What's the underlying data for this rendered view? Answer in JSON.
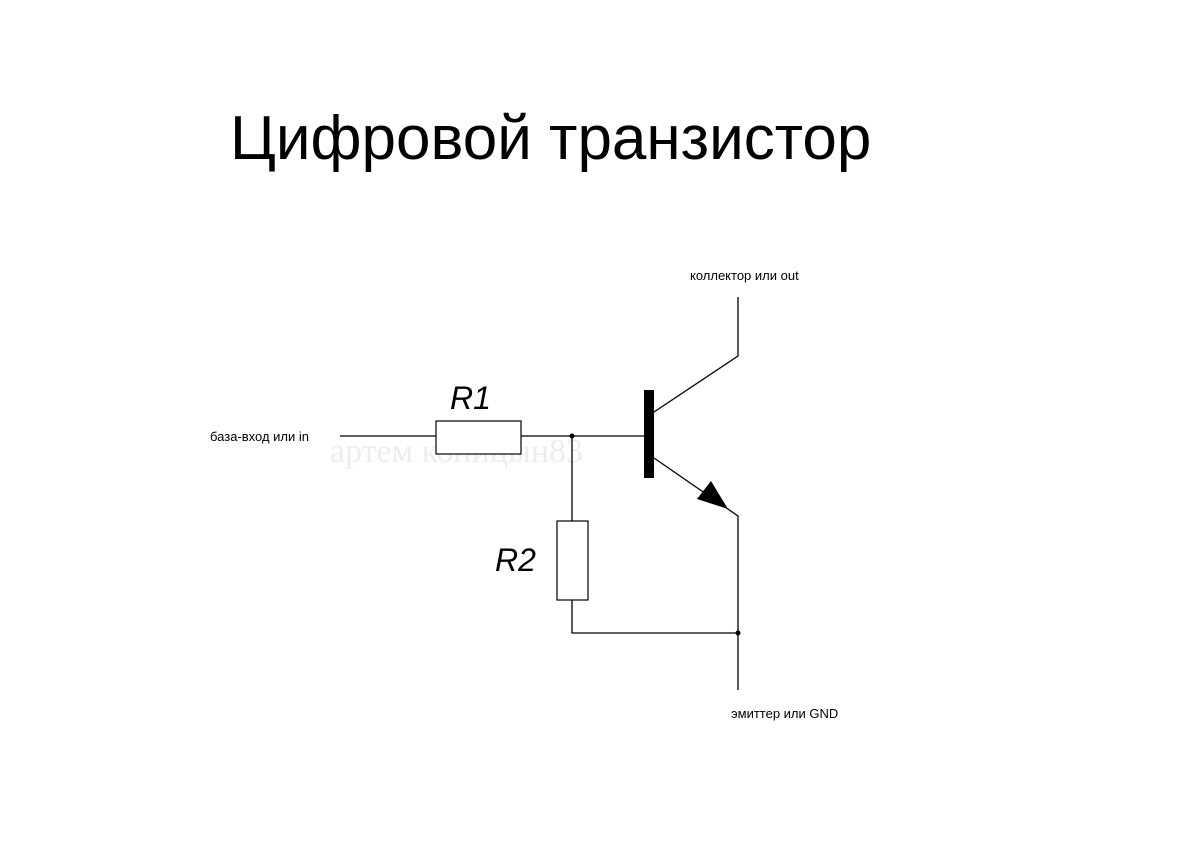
{
  "title": "Цифровой транзистор",
  "diagram": {
    "labels": {
      "collector": "коллектор или out",
      "base_input": "база-вход или in",
      "emitter": "эмиттер или GND",
      "r1": "R1",
      "r2": "R2"
    },
    "watermark": "артем копицын83"
  }
}
